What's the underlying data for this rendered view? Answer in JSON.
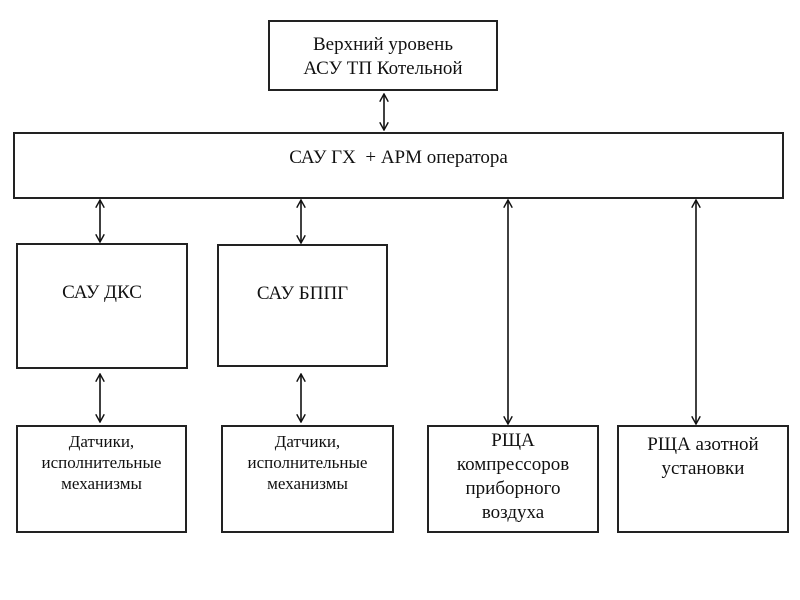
{
  "diagram": {
    "type": "block-diagram",
    "nodes": {
      "top": [
        "Верхний уровень",
        "АСУ ТП Котельной"
      ],
      "main": [
        "САУ ГХ  + АРМ оператора"
      ],
      "dks": [
        "САУ ДКС"
      ],
      "bppg": [
        "САУ БППГ"
      ],
      "sensors_1": [
        "Датчики,",
        "исполнительные",
        "механизмы"
      ],
      "sensors_2": [
        "Датчики,",
        "исполнительные",
        "механизмы"
      ],
      "rshcha_compr": [
        "РЩА",
        "компрессоров",
        "приборного",
        "воздуха"
      ],
      "rshcha_nitro": [
        "РЩА азотной",
        "установки"
      ]
    },
    "edges": [
      {
        "from": "top",
        "to": "main",
        "direction": "bidirectional"
      },
      {
        "from": "main",
        "to": "dks",
        "direction": "bidirectional"
      },
      {
        "from": "main",
        "to": "bppg",
        "direction": "bidirectional"
      },
      {
        "from": "main",
        "to": "rshcha_compr",
        "direction": "bidirectional"
      },
      {
        "from": "main",
        "to": "rshcha_nitro",
        "direction": "bidirectional"
      },
      {
        "from": "dks",
        "to": "sensors_1",
        "direction": "bidirectional"
      },
      {
        "from": "bppg",
        "to": "sensors_2",
        "direction": "bidirectional"
      }
    ],
    "colors": {
      "line": "#111111",
      "border": "#222222",
      "background": "#ffffff"
    }
  }
}
